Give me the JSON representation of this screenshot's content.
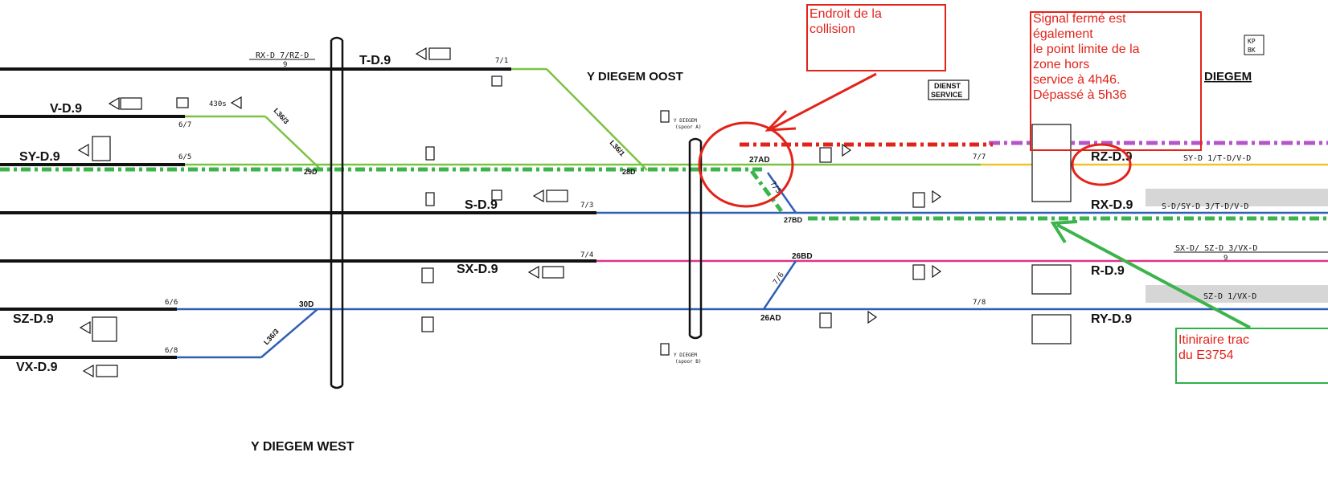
{
  "colors": {
    "track": "#111111",
    "green_line": "#7cc242",
    "blue_line": "#2f5fb5",
    "magenta_line": "#e0338c",
    "yellow_line": "#f2c12e",
    "purple_dash": "#b455c8",
    "route_green": "#3cb44b",
    "annotation_red": "#e2231a"
  },
  "stations": {
    "oost": "Y DIEGEM OOST",
    "west": "Y DIEGEM WEST",
    "diegem": "DIEGEM",
    "dienst": "DIENST",
    "service": "SERVICE",
    "ydiegem_a": "Y DIEGEM",
    "spoor_a": "(spoor A)",
    "ydiegem_b": "Y DIEGEM",
    "spoor_b": "(spoor B)",
    "kp": "KP",
    "bk": "BK"
  },
  "signals": {
    "td9": "T-D.9",
    "vd9": "V-D.9",
    "syd9": "SY-D.9",
    "sd9": "S-D.9",
    "sxd9": "SX-D.9",
    "szd9": "SZ-D.9",
    "vxd9": "VX-D.9",
    "rzd9": "RZ-D.9",
    "rxd9": "RX-D.9",
    "rd9": "R-D.9",
    "ryd9": "RY-D.9"
  },
  "switches": {
    "s27ad": "27AD",
    "s26bd": "26BD",
    "s26ad": "26AD",
    "s30d": "30D",
    "s27bd": "27BD",
    "s28d": "28D",
    "s29d": "29D"
  },
  "track_labels": {
    "rxd_rzd": "RX-D 7/RZ-D",
    "rxd_sub": "9",
    "syd_td_vd": "SY-D 1/T-D/V-D",
    "sd_syd": "S-D/SY-D 3/T-D/V-D",
    "sxd_szd": "SX-D/ SZ-D 3/VX-D",
    "sub9": "9",
    "szd_vxd": "SZ-D 1/VX-D",
    "l36_1": "L36/1",
    "l36_3": "L36/3",
    "l36_3b": "L36/3",
    "p71": "7/1",
    "p67": "6/7",
    "p65": "6/5",
    "p73": "7/3",
    "p74": "7/4",
    "p66": "6/6",
    "p68": "6/8",
    "p77": "7/7",
    "p78": "7/8",
    "p75": "7/5",
    "p76": "7/6",
    "q430": "430s"
  },
  "annotations": {
    "collision": "Endroit de la\ncollision",
    "signal": "Signal fermé est\n également\nle point limite de la\nzone hors\nservice  à 4h46.\nDépassé à 5h36",
    "route": "Itiniraire trac\ndu E3754"
  }
}
